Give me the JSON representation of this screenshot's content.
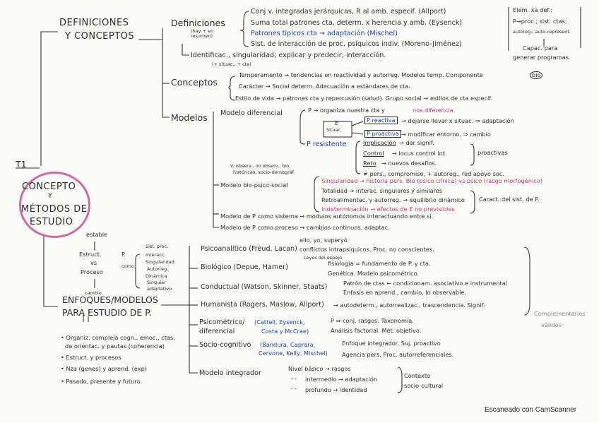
{
  "footer": {
    "scanner": "Escaneado con CamScanner"
  },
  "t1": "T1",
  "concept": {
    "l1": "CONCEPTO",
    "l2": "Y",
    "l3": "MÉTODOS DE",
    "l4": "ESTUDIO"
  },
  "defs": {
    "heading1": "DEFINICIONES",
    "heading2": "Y CONCEPTOS",
    "definiciones": {
      "label": "Definiciones",
      "note": "(hay + en resumen)",
      "items": [
        "Conj v. integradas jerárquicas, R al amb. especif. (Allport)",
        "Suma total patrones cta, determ. x herencia y amb. (Eysenck)",
        "Patrones típicos cta → adaptación (Mischel)",
        "Sist. de interacción de proc. psíquicos indiv. (Moreno-Jiménez)"
      ],
      "identif": "Identificac., singularidad; explicar y predecir; interacción.",
      "identif_note": "(+ situac., + cta)",
      "side": [
        "Elem. xa def.:",
        "P→proc.; sist. ctas;",
        "autoreg.; auto-represent.",
        "Capac. para",
        "generar programas"
      ]
    },
    "conceptos": {
      "label": "Conceptos",
      "items": [
        "Temperamento → tendencias en reactividad y autorreg. Modelos temp. Componente",
        "Carácter → Social determ. Adecuación a estándares de cta.",
        "Estilo de vida → patrones cta y repercusión (salud). Grupo social → estilos de cta especif."
      ],
      "bio": "bio"
    },
    "modelos": {
      "label": "Modelos",
      "diferencial": "Modelo diferencial",
      "p_organiza": "P → organiza nuestra cta y",
      "p_diferencia": "nos diferencia.",
      "e_label": "E",
      "sit_label": "Situac.",
      "p_reactiva": "P reactiva",
      "p_reactiva_desc": "→ dejarse llevar x situac. ⇒ adaptación",
      "p_proactiva": "P proactiva",
      "p_proactiva_desc": "→ modificar entorno. ⇒ cambio",
      "p_resistente": "P resistente",
      "implicacion": "Implicación",
      "implicacion_desc": "→ dar signif.",
      "control": "Control",
      "control_desc": "→ locus control int.",
      "reto": "Reto",
      "reto_desc": "→ nuevos desafíos.",
      "proactivas": "proactivas",
      "pers": "≠ pers., compromiso, + autoreg., red apoyo soc.",
      "v_observ": "V. observ., no observ., bio,",
      "v_observ2": "históricas, socio-demográf.",
      "biopsicosocial": "Modelo bio-psico-social",
      "singularidad": "Singularidad → historia pers. Bio (psico clínica) vs psico (rasgo morfogénico)",
      "totalidad": "Totalidad → interac. singulares y similares",
      "retroalim": "Retroalimentac. y autorreg. → equilibrio dinámico",
      "indeterminacion": "Indeterminación → efectos de E no previsibles",
      "caract": "Caract. del sist. de P.",
      "sistema": "Modelo de P como sistema → módulos autónomos interactuando entre sí.",
      "proceso": "Modelo de P como proceso → cambios continuos, adaptac."
    }
  },
  "enfoques": {
    "estable": "estable",
    "estruct": "Estruct.",
    "vs": "vs",
    "proceso": "Proceso",
    "cambio": "cambio",
    "p": "P.",
    "como": "como",
    "sist_proc": [
      "Sist. proc.",
      "Interacc.",
      "Singularidad",
      "Autorreg.",
      "Dinámica",
      "Singular",
      "adaptativo"
    ],
    "heading1": "ENFOQUES/MODELOS",
    "heading2": "PARA ESTUDIO DE P.",
    "bullets": [
      "• Organiz. compleja cogn., emoc., ctas,",
      "da orientac. y pautas (coherencia)",
      "• Estruct. y procesos",
      "• Nza (genes) y aprend. (exp)",
      "• Pasado, presente y futuro."
    ],
    "psicoanalitico": "Psicoanalítico (Freud, Lacan)",
    "psicoanalitico_d1": "ello, yo, superyó",
    "psicoanalitico_d2": "conflictos intrapsíquicos. Proc. no conscientes.",
    "psicoanalitico_d3": "Leyes del espejo",
    "biologico": "Biológico (Depue, Hamer)",
    "biologico_d1": "fisiología = fundamento de P. y cta.",
    "biologico_d2": "Genética. Modelo psicométrico.",
    "conductual": "Conductual (Watson, Skinner, Staats)",
    "conductual_d1": "Patrón de ctas ← condicionam. asociativo e instrumental",
    "conductual_d2": "Énfasis en aprend., cambio, lo observable.",
    "humanista": "Humanista (Rogers, Maslow, Allport)",
    "humanista_d": "→ autodeterm., autorrealizac., trascendencia. Signif.",
    "psicometrico1": "Psicométrico/",
    "psicometrico2": "diferencial",
    "psicometrico_autores1": "(Cattell, Eysenck,",
    "psicometrico_autores2": "Costa y McCrae)",
    "psicometrico_d1": "P ⇒ conj. rasgos. Taxonomía.",
    "psicometrico_d2": "Análisis factorial. Mét. objetivo.",
    "sociocog": "Socio-cognitivo",
    "sociocog_autores1": "(Bandura, Caprara,",
    "sociocog_autores2": "Cervone, Kelly, Mischel)",
    "sociocog_d1": "Enfoque integrador. Suj. proactivo",
    "sociocog_d2": "Agencia pers. Proc. autorreferenciales.",
    "integrador": "Modelo integrador",
    "nivel1": "Nivel básico → rasgos",
    "nivel2": "intermedio → adaptación",
    "nivel3": "profundo → identidad",
    "contexto1": "Contexto",
    "contexto2": "socio-cultural",
    "complementarios1": "Complementarios",
    "complementarios2": "válidos",
    "ditto": "\" \""
  }
}
